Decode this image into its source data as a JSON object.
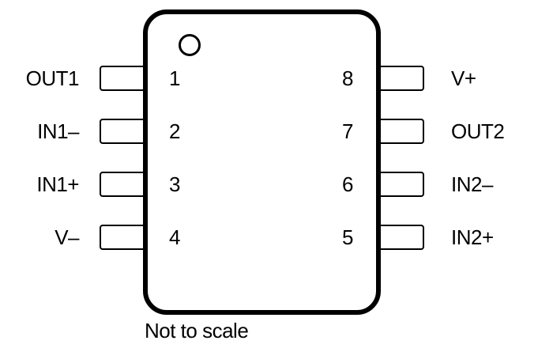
{
  "diagram": {
    "caption": "Not to scale",
    "icons": {
      "pin1_indicator": "circle-icon"
    },
    "pins": {
      "left": [
        {
          "number": "1",
          "label": "OUT1"
        },
        {
          "number": "2",
          "label": "IN1–"
        },
        {
          "number": "3",
          "label": "IN1+"
        },
        {
          "number": "4",
          "label": "V–"
        }
      ],
      "right": [
        {
          "number": "8",
          "label": "V+"
        },
        {
          "number": "7",
          "label": "OUT2"
        },
        {
          "number": "6",
          "label": "IN2–"
        },
        {
          "number": "5",
          "label": "IN2+"
        }
      ]
    }
  },
  "colors": {
    "line": "#000000",
    "background": "#ffffff"
  }
}
